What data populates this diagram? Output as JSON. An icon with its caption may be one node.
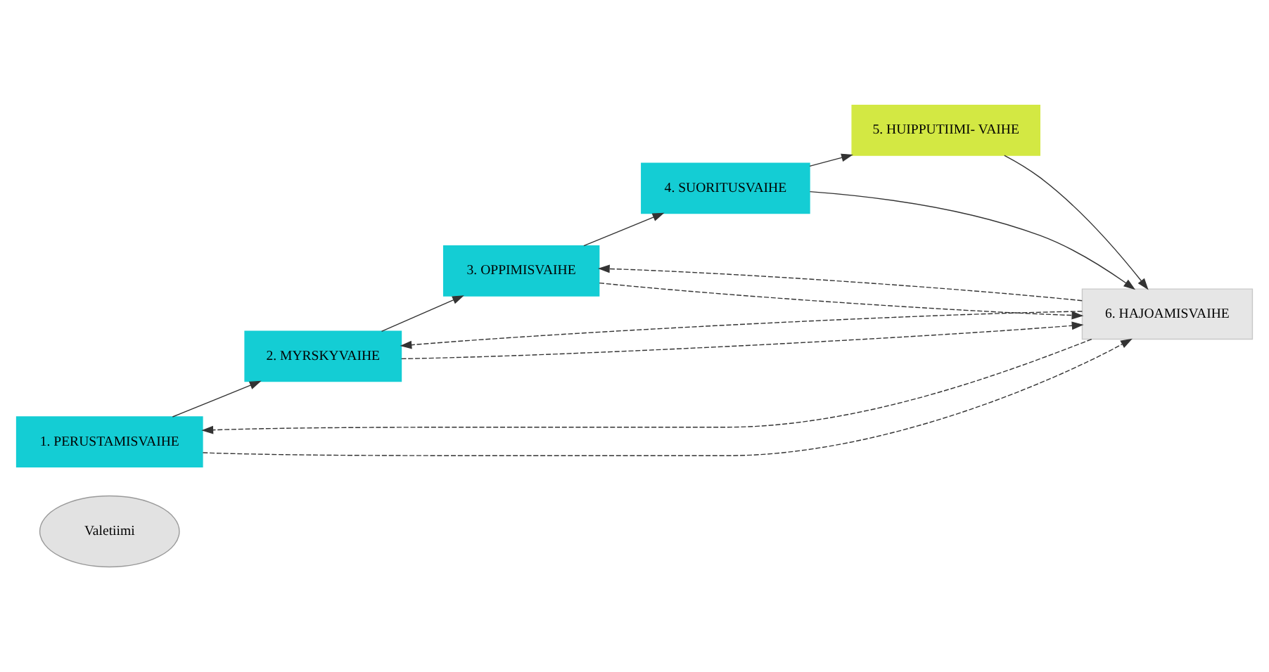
{
  "diagram": {
    "nodes": [
      {
        "text": [
          "Valetiimi"
        ]
      },
      {
        "text": [
          "1. PERUSTAMISVAIHE"
        ]
      },
      {
        "text": [
          "2. MYRSKYVAIHE"
        ]
      },
      {
        "text": [
          "3. OPPIMISVAIHE"
        ]
      },
      {
        "text": [
          "4. SUORITUSVAIHE"
        ]
      },
      {
        "text": [
          "5. HUIPPUTIIMI- VAIHE"
        ]
      },
      {
        "text": [
          "6. HAJOAMISVAIHE"
        ]
      }
    ],
    "edges": [
      {
        "from": 1,
        "to": 2,
        "arrow": "to"
      },
      {
        "from": 2,
        "to": 3,
        "arrow": "to"
      },
      {
        "from": 3,
        "to": 4,
        "arrow": "to"
      },
      {
        "from": 4,
        "to": 5,
        "arrow": "to"
      },
      {
        "from": 4,
        "to": 6,
        "arrow": "to"
      },
      {
        "from": 5,
        "to": 6,
        "arrow": "to"
      },
      {
        "from": 6,
        "to": 3,
        "arrow": "to",
        "style": "dashed"
      },
      {
        "from": 3,
        "to": 6,
        "arrow": "to",
        "style": "dashed"
      },
      {
        "from": 2,
        "to": 6,
        "arrow": "to",
        "style": "dashed"
      },
      {
        "from": 6,
        "to": 2,
        "arrow": "to",
        "style": "dashed"
      },
      {
        "from": 1,
        "to": 6,
        "arrow": "to",
        "style": "dashed"
      },
      {
        "from": 6,
        "to": 1,
        "arrow": "to",
        "style": "dashed"
      }
    ]
  }
}
